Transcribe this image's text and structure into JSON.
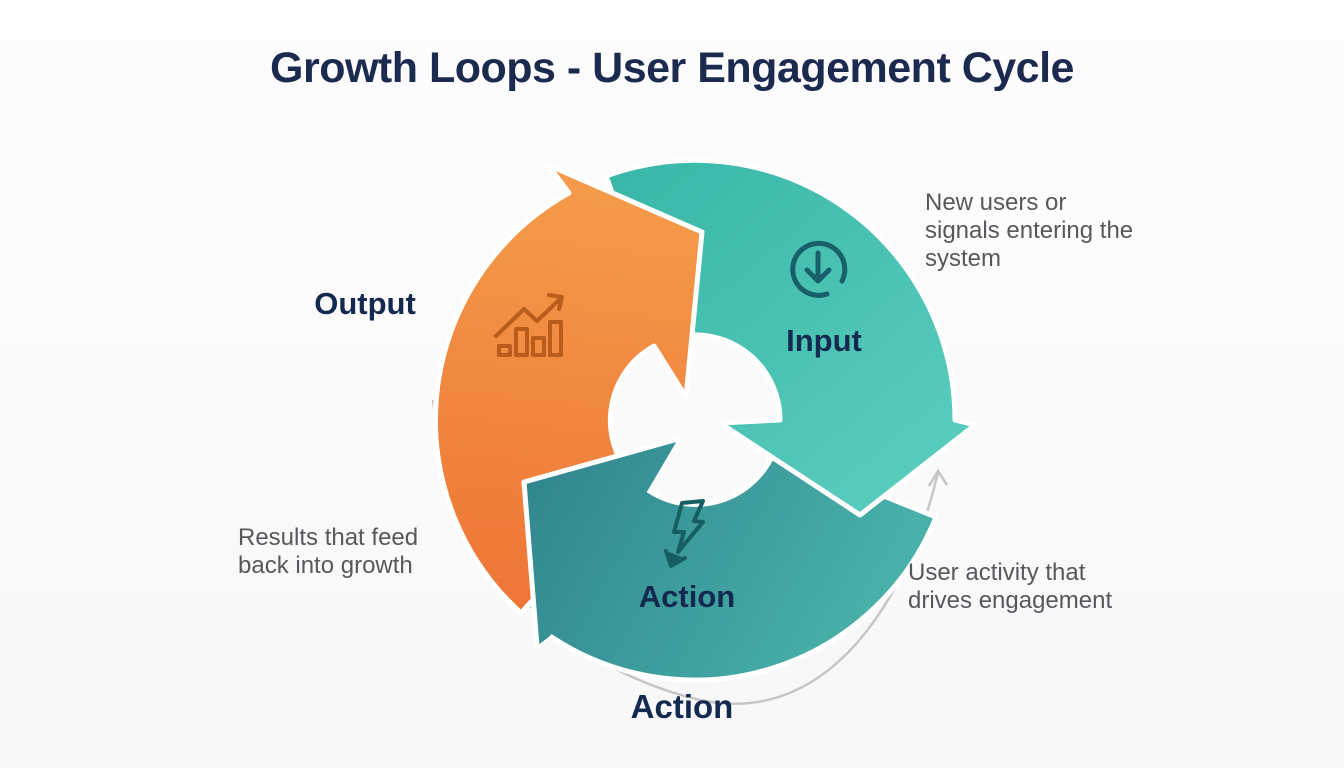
{
  "title": "Growth Loops - User Engagement Cycle",
  "diagram": {
    "direction": "clockwise",
    "segments": [
      {
        "id": "input",
        "label": "Input",
        "icon": "arrow-down-circle-icon",
        "caption": "New users or signals entering the system"
      },
      {
        "id": "action",
        "label": "Action",
        "icon": "lightning-bolt-icon",
        "caption": "User activity that drives engagement"
      },
      {
        "id": "output",
        "label": "Output",
        "icon": "growth-chart-icon",
        "caption": "Results that feed back into growth"
      }
    ],
    "outer_label_action": "Action"
  },
  "labels": {
    "input": "Input",
    "action_inner": "Action",
    "action_outer": "Action",
    "output": "Output"
  },
  "captions": {
    "input": {
      "lines": [
        "New users or",
        "signals entering the",
        "system"
      ]
    },
    "output": {
      "lines": [
        "Results that feed",
        "back into growth"
      ]
    },
    "action": {
      "lines": [
        "User activity that",
        "drives engagement"
      ]
    }
  },
  "colors": {
    "background": "#FBFBFC",
    "title_text": "#1B2A4E",
    "label_text": "#14294F",
    "caption_text": "#57585C",
    "input_start": "#38B7A8",
    "input_end": "#5FD0C0",
    "action_start": "#30838C",
    "action_end": "#4DBAAF",
    "output_start": "#F59D4B",
    "output_end": "#ED7134",
    "input_icon": "#17606A",
    "action_icon": "#175E63",
    "output_icon": "#B95C1C",
    "loop_arc": "#C6C6C6",
    "separator": "#FFFFFF"
  }
}
